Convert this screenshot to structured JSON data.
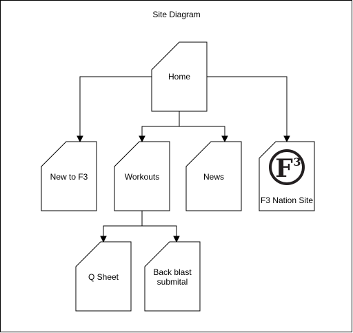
{
  "diagram": {
    "title": "Site Diagram",
    "nodes": {
      "home": {
        "label": "Home"
      },
      "new_to_f3": {
        "label": "New to F3"
      },
      "workouts": {
        "label": "Workouts"
      },
      "news": {
        "label": "News"
      },
      "f3_nation_site": {
        "label": "F3 Nation Site",
        "logo_text": "F3",
        "logo_sup": "3"
      },
      "q_sheet": {
        "label": "Q Sheet"
      },
      "back_blast": {
        "label_line1": "Back blast",
        "label_line2": "submital"
      }
    },
    "edges": [
      {
        "from": "Home",
        "to": "New to F3"
      },
      {
        "from": "Home",
        "to": "Workouts"
      },
      {
        "from": "Home",
        "to": "News"
      },
      {
        "from": "Home",
        "to": "F3 Nation Site"
      },
      {
        "from": "Workouts",
        "to": "Q Sheet"
      },
      {
        "from": "Workouts",
        "to": "Back blast submital"
      }
    ],
    "colors": {
      "stroke": "#000000",
      "fill": "#ffffff",
      "logo": "#231f20"
    }
  }
}
